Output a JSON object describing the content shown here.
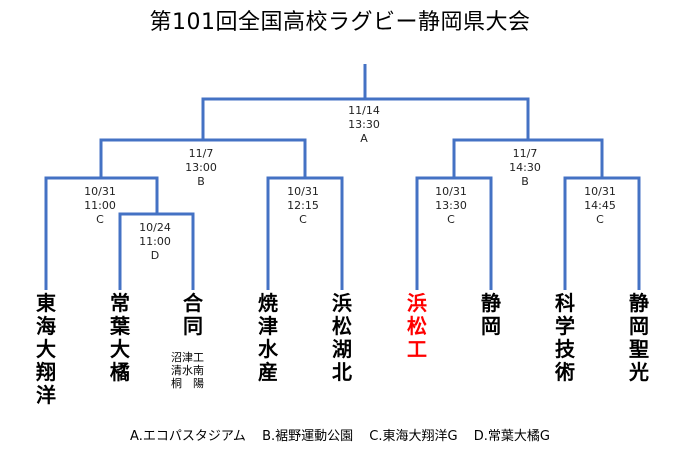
{
  "title": "第101回全国高校ラグビー静岡県大会",
  "line_color": "#4472c4",
  "winner_color": "#ff0000",
  "teams": [
    {
      "name": "東海大翔洋",
      "winner": false
    },
    {
      "name": "常葉大橘",
      "winner": false
    },
    {
      "name": "合同",
      "winner": false
    },
    {
      "name": "焼津水産",
      "winner": false
    },
    {
      "name": "浜松湖北",
      "winner": false
    },
    {
      "name": "浜松工",
      "winner": true
    },
    {
      "name": "静岡",
      "winner": false
    },
    {
      "name": "科学技術",
      "winner": false
    },
    {
      "name": "静岡聖光",
      "winner": false
    }
  ],
  "merged_team_members": [
    "沼津工",
    "清水南",
    "桐　陽"
  ],
  "matches": [
    {
      "id": "final",
      "date": "11/14",
      "time": "13:30",
      "venue": "A"
    },
    {
      "id": "semi-left",
      "date": "11/7",
      "time": "13:00",
      "venue": "B"
    },
    {
      "id": "semi-right",
      "date": "11/7",
      "time": "14:30",
      "venue": "B"
    },
    {
      "id": "qf-1",
      "date": "10/31",
      "time": "11:00",
      "venue": "C"
    },
    {
      "id": "qf-2",
      "date": "10/31",
      "time": "12:15",
      "venue": "C"
    },
    {
      "id": "qf-3",
      "date": "10/31",
      "time": "13:30",
      "venue": "C"
    },
    {
      "id": "qf-4",
      "date": "10/31",
      "time": "14:45",
      "venue": "C"
    },
    {
      "id": "r1",
      "date": "10/24",
      "time": "11:00",
      "venue": "D"
    }
  ],
  "legend": [
    "A.エコパスタジアム",
    "B.裾野運動公園",
    "C.東海大翔洋G",
    "D.常葉大橘G"
  ]
}
